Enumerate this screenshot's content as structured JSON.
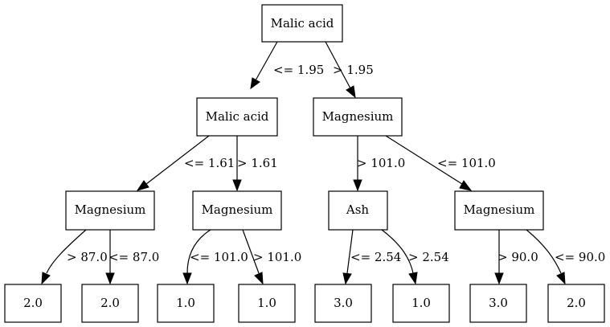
{
  "tree": {
    "nodes": {
      "root": {
        "label": "Malic acid"
      },
      "n_l": {
        "label": "Malic acid"
      },
      "n_r": {
        "label": "Magnesium"
      },
      "n_ll": {
        "label": "Magnesium"
      },
      "n_lr": {
        "label": "Magnesium"
      },
      "n_rl": {
        "label": "Ash"
      },
      "n_rr": {
        "label": "Magnesium"
      },
      "leaf_1": {
        "label": "2.0"
      },
      "leaf_2": {
        "label": "2.0"
      },
      "leaf_3": {
        "label": "1.0"
      },
      "leaf_4": {
        "label": "1.0"
      },
      "leaf_5": {
        "label": "3.0"
      },
      "leaf_6": {
        "label": "1.0"
      },
      "leaf_7": {
        "label": "3.0"
      },
      "leaf_8": {
        "label": "2.0"
      }
    },
    "edges": {
      "e_root_l": {
        "label": "<= 1.95"
      },
      "e_root_r": {
        "label": "> 1.95"
      },
      "e_l_ll": {
        "label": "<= 1.61"
      },
      "e_l_lr": {
        "label": "> 1.61"
      },
      "e_r_rl": {
        "label": "> 101.0"
      },
      "e_r_rr": {
        "label": "<= 101.0"
      },
      "e_ll_1": {
        "label": "> 87.0"
      },
      "e_ll_2": {
        "label": "<= 87.0"
      },
      "e_lr_3": {
        "label": "<= 101.0"
      },
      "e_lr_4": {
        "label": "> 101.0"
      },
      "e_rl_5": {
        "label": "<= 2.54"
      },
      "e_rl_6": {
        "label": "> 2.54"
      },
      "e_rr_7": {
        "label": "> 90.0"
      },
      "e_rr_8": {
        "label": "<= 90.0"
      }
    }
  }
}
